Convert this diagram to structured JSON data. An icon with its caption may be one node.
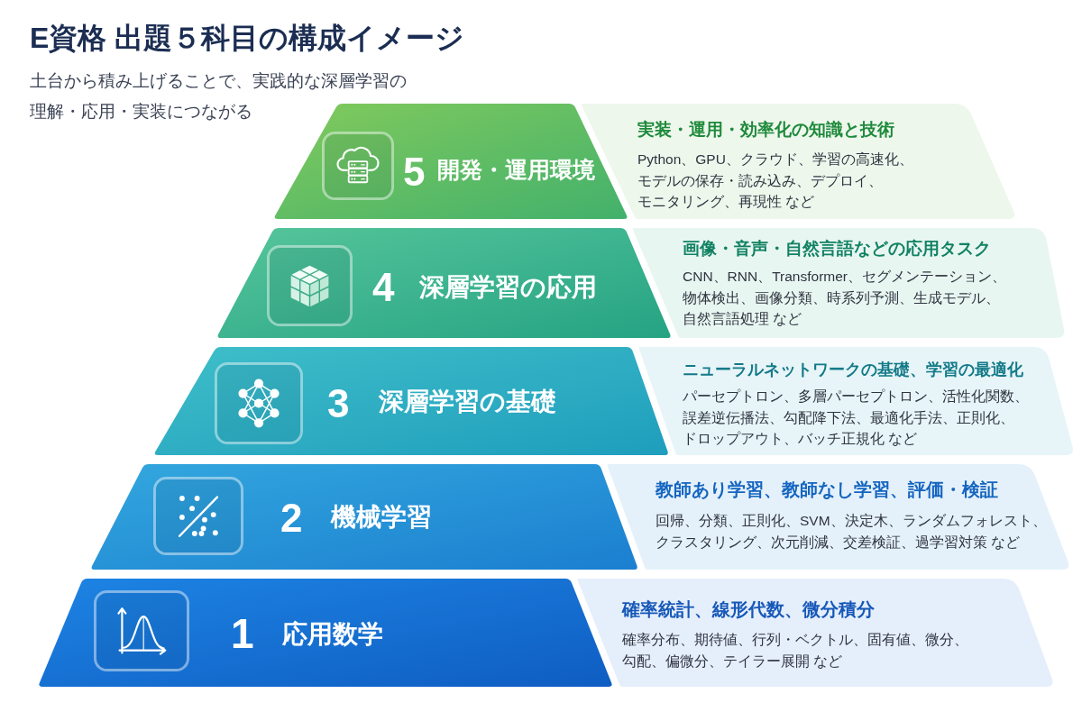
{
  "diagram": {
    "title": "E資格 出題５科目の構成イメージ",
    "nodes": [
      {
        "text": [
          "5",
          "開発・運用環境"
        ]
      },
      {
        "text": [
          "実装・運用・効率化の知識と技術",
          "Python、GPU、クラウド、学習の高速化、モデルの保存・読み込み、デプロイ、モニタリング、再現性 など"
        ]
      },
      {
        "text": [
          "4",
          "深層学習の応用"
        ]
      },
      {
        "text": [
          "画像・音声・自然言語などの応用タスク",
          "CNN、RNN、Transformer、セグメンテーション、物体検出、画像分類、時系列予測、生成モデル、自然言語処理 など"
        ]
      },
      {
        "text": [
          "3",
          "深層学習の基礎"
        ]
      },
      {
        "text": [
          "ニューラルネットワークの基礎、学習の最適化",
          "パーセプトロン、多層パーセプトロン、活性化関数、誤差逆伝播法、勾配降下法、最適化手法、正則化、ドロップアウト、バッチ正規化 など"
        ]
      },
      {
        "text": [
          "2",
          "機械学習"
        ]
      },
      {
        "text": [
          "教師あり学習、教師なし学習、評価・検証",
          "回帰、分類、正則化、SVM、決定木、ランダムフォレスト、クラスタリング、次元削減、交差検証、過学習対策 など"
        ]
      },
      {
        "text": [
          "1",
          "応用数学"
        ]
      },
      {
        "text": [
          "確率統計、線形代数、微分積分",
          "確率分布、期待値、行列・ベクトル、固有値、微分、勾配、偏微分、テイラー展開 など"
        ]
      }
    ],
    "labels": [
      "土台から積み上げることで、実践的な深層学習の理解・応用・実装につながる"
    ]
  }
}
